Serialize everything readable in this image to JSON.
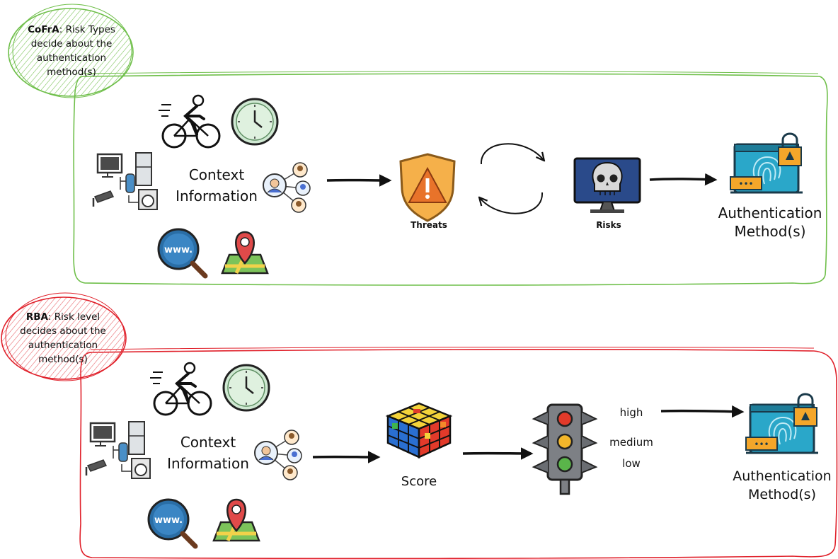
{
  "colors": {
    "cofra": "#6fbf4a",
    "rba": "#e0202a"
  },
  "cofra": {
    "bubble_bold": "CoFrA",
    "bubble_text_1": ": Risk Types",
    "bubble_text_2": "decide about the",
    "bubble_text_3": "authentication",
    "bubble_text_4": "method(s)",
    "context_line_1": "Context",
    "context_line_2": "Information",
    "threats_label": "Threats",
    "risks_label": "Risks",
    "auth_line_1": "Authentication",
    "auth_line_2": "Method(s)"
  },
  "rba": {
    "bubble_bold": "RBA",
    "bubble_text_1": ": Risk level",
    "bubble_text_2": "decides about the",
    "bubble_text_3": "authentication",
    "bubble_text_4": "method(s)",
    "context_line_1": "Context",
    "context_line_2": "Information",
    "score_label": "Score",
    "level_high": "high",
    "level_medium": "medium",
    "level_low": "low",
    "auth_line_1": "Authentication",
    "auth_line_2": "Method(s)"
  },
  "icons": [
    "cyclist-icon",
    "clock-icon",
    "iot-devices-icon",
    "globe-www-icon",
    "map-pin-icon",
    "people-network-icon",
    "warning-shield-icon",
    "skull-monitor-icon",
    "fingerprint-lock-icon",
    "rubiks-cube-icon",
    "traffic-light-icon",
    "cycle-arrows-icon"
  ]
}
